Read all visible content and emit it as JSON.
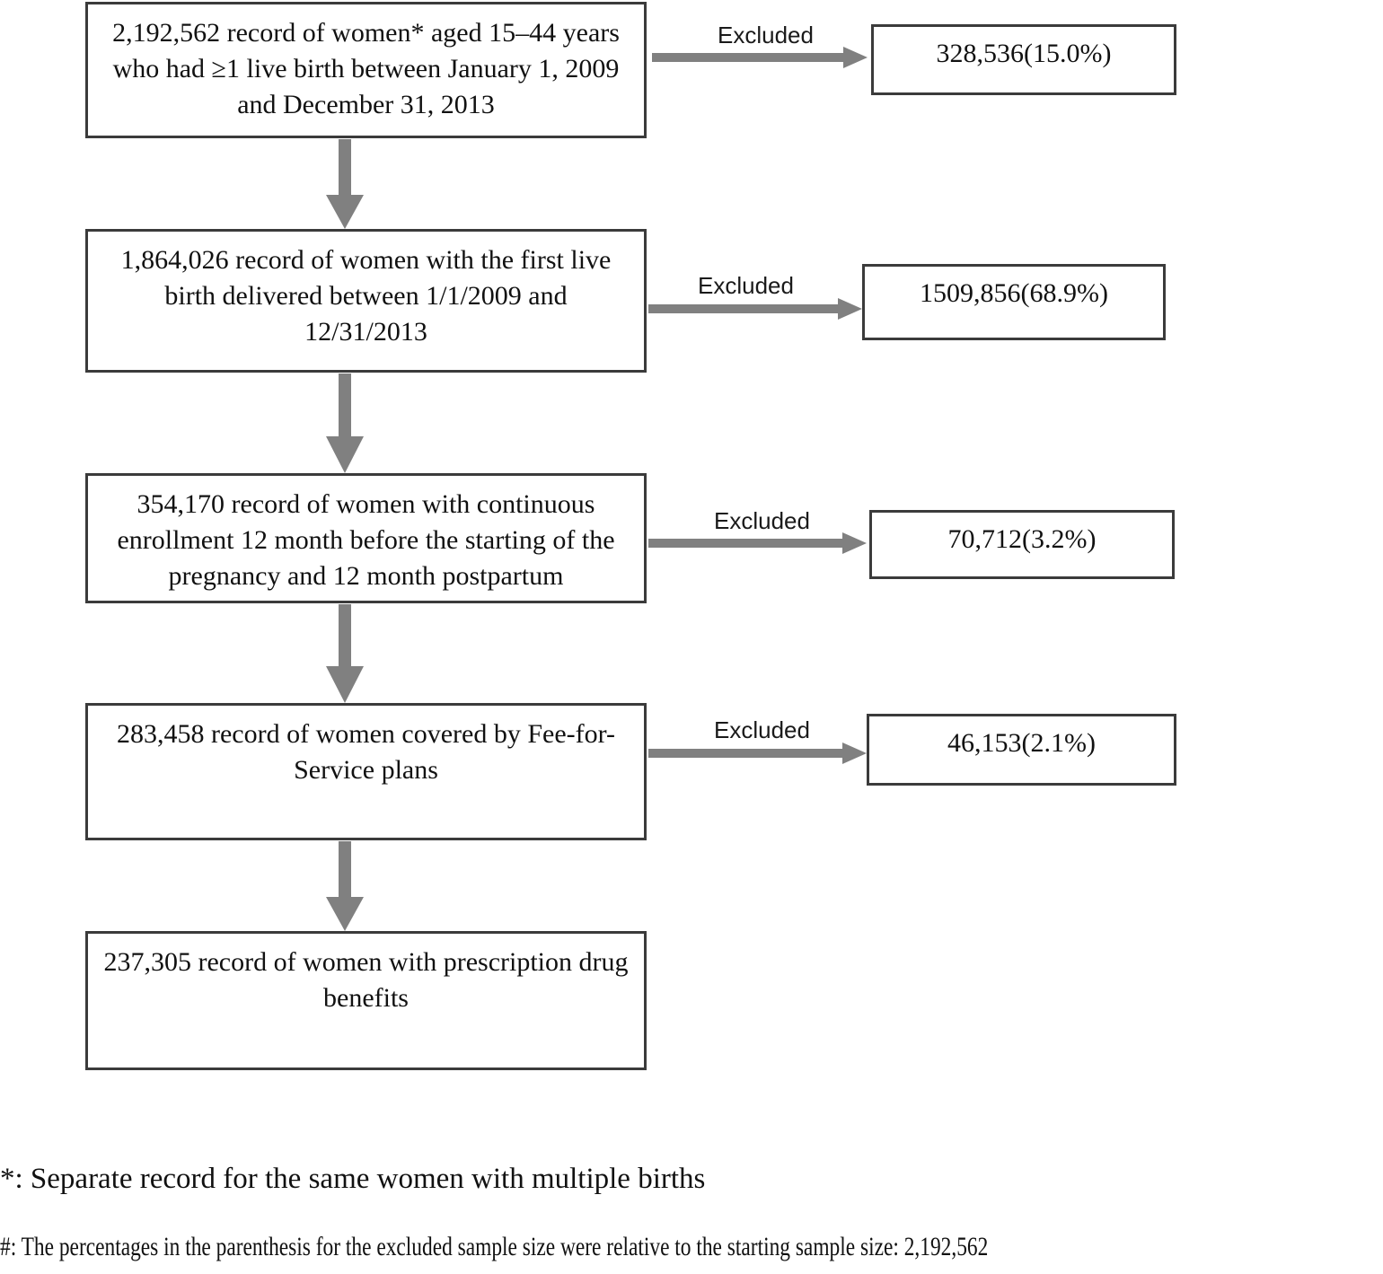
{
  "figure": {
    "type": "flowchart",
    "orientation": "vertical-with-side-exclusions",
    "colors": {
      "box_border": "#3b3b3b",
      "arrow_gray": "#808080",
      "text": "#111111",
      "background": "#ffffff"
    }
  },
  "flow": {
    "nodes": [
      {
        "id": "cohort-initial",
        "text": "2,192,562 record of women* aged 15–44 years who had ≥1 live birth between January 1, 2009 and December 31, 2013",
        "count": "2,192,562"
      },
      {
        "id": "cohort-firstbirth",
        "text": "1,864,026 record of women with the first live birth delivered between 1/1/2009 and 12/31/2013",
        "count": "1,864,026"
      },
      {
        "id": "cohort-enrollment",
        "text": "354,170 record of women with continuous enrollment 12 month before the starting of the pregnancy and 12 month postpartum",
        "count": "354,170"
      },
      {
        "id": "cohort-ffs",
        "text": "283,458 record of women covered by Fee-for-Service plans",
        "count": "283,458"
      },
      {
        "id": "cohort-rx",
        "text": "237,305 record of women with prescription drug benefits",
        "count": "237,305"
      }
    ],
    "exclusions": [
      {
        "id": "excluded-1",
        "label": "Excluded",
        "text": "328,536(15.0%)",
        "count": "328,536",
        "percent": "15.0%"
      },
      {
        "id": "excluded-2",
        "label": "Excluded",
        "text": "1509,856(68.9%)",
        "count": "1509,856",
        "percent": "68.9%"
      },
      {
        "id": "excluded-3",
        "label": "Excluded",
        "text": "70,712(3.2%)",
        "count": "70,712",
        "percent": "3.2%"
      },
      {
        "id": "excluded-4",
        "label": "Excluded",
        "text": "46,153(2.1%)",
        "count": "46,153",
        "percent": "2.1%"
      }
    ]
  },
  "footnotes": [
    {
      "id": "footnote-asterisk",
      "marker": "*",
      "text": "*: Separate record for the same women with multiple births"
    },
    {
      "id": "footnote-hash",
      "marker": "#",
      "text": "#: The percentages in the parenthesis for the excluded sample size were relative to the starting sample size: 2,192,562"
    }
  ]
}
